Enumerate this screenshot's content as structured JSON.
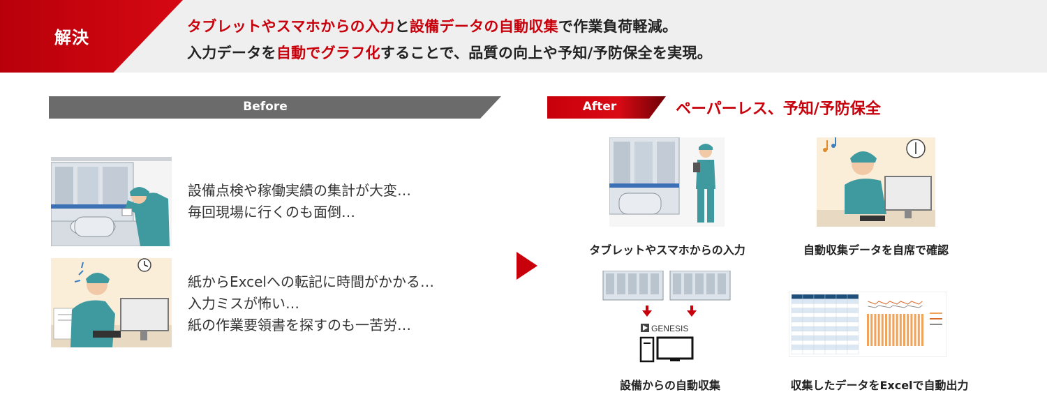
{
  "header": {
    "tag": "解決",
    "line1": [
      {
        "text": "タブレットやスマホからの入力",
        "accent": true
      },
      {
        "text": "と",
        "accent": false
      },
      {
        "text": "設備データの自動収集",
        "accent": true
      },
      {
        "text": "で作業負荷軽減。",
        "accent": false
      }
    ],
    "line2": [
      {
        "text": "入力データを",
        "accent": false
      },
      {
        "text": "自動でグラフ化",
        "accent": true
      },
      {
        "text": "することで、品質の向上や予知/予防保全を実現。",
        "accent": false
      }
    ]
  },
  "before": {
    "label": "Before",
    "item1": {
      "lines": [
        "設備点検や稼働実績の集計が大変…",
        "毎回現場に行くのも面倒…"
      ]
    },
    "item2": {
      "lines": [
        "紙からExcelへの転記に時間がかかる…",
        "入力ミスが怖い…",
        "紙の作業要領書を探すのも一苦労…"
      ]
    }
  },
  "after": {
    "label": "After",
    "title": "ペーパーレス、予知/予防保全",
    "captions": {
      "tablet": "タブレットやスマホからの入力",
      "desk": "自動収集データを自席で確認",
      "collect": "設備からの自動収集",
      "excel": "収集したデータをExcelで自動出力"
    },
    "genesis_logo": "GENESIS"
  },
  "colors": {
    "accent": "#c8000b",
    "before_bar": "#6b6b6b",
    "band": "#efefef",
    "worker": "#3f9aa0"
  },
  "icons": [
    "play-triangle-icon",
    "clock-icon",
    "music-note-icon",
    "arrow-down-icon",
    "monitor-icon"
  ]
}
